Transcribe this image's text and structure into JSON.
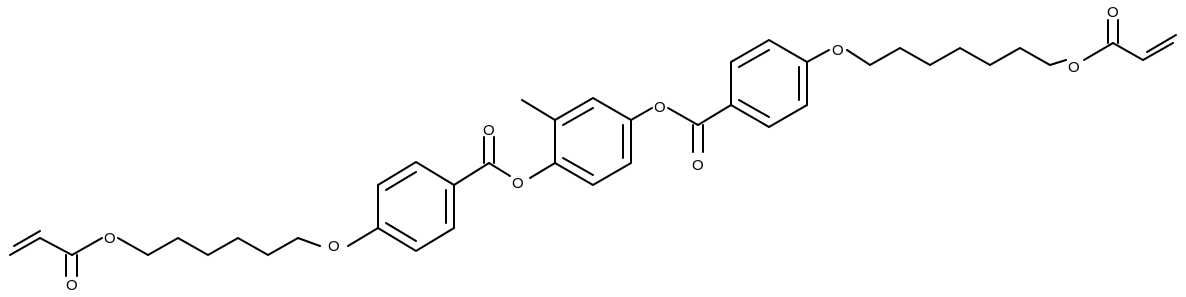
{
  "atoms": {
    "o_ring": "O",
    "o_carbonyl": "O",
    "o_chain": "O",
    "o_acryl_ester": "O",
    "o_acryl_carbonyl": "O"
  }
}
